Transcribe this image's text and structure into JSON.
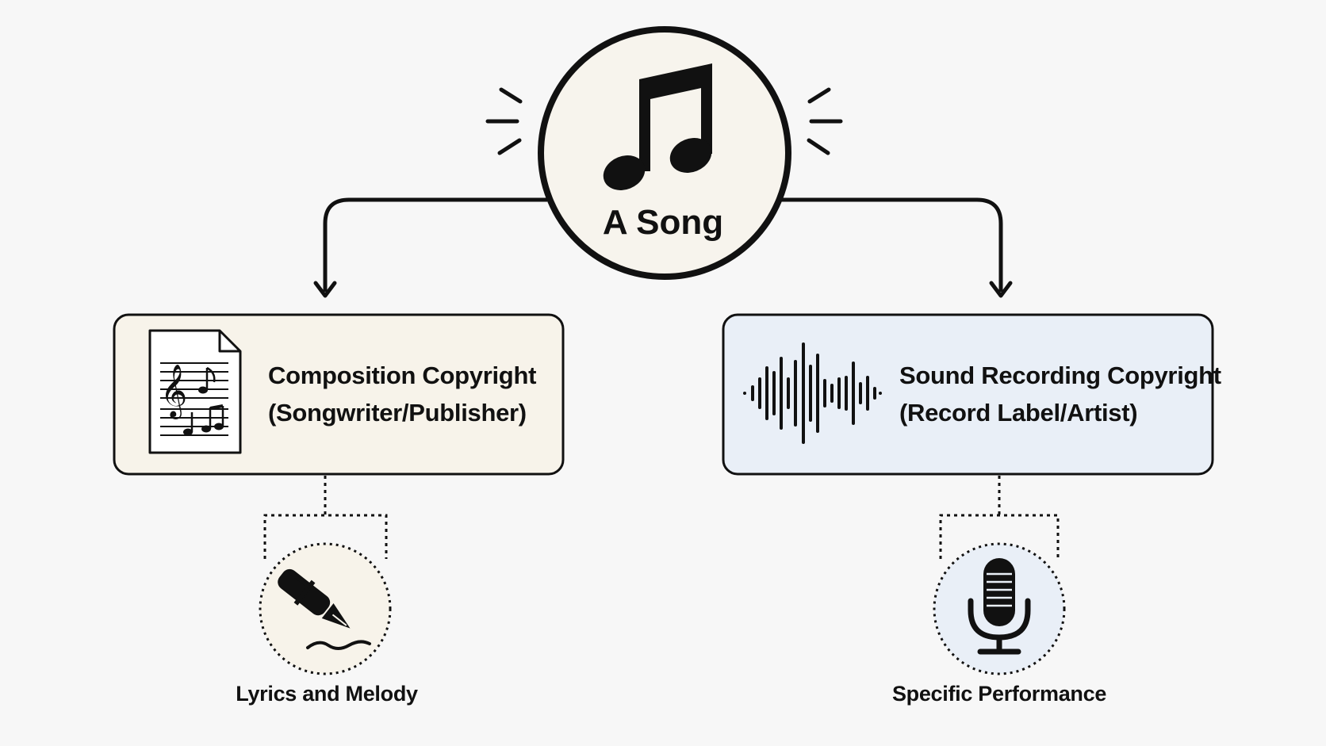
{
  "root": {
    "label": "A Song",
    "icon": "music-note-icon"
  },
  "composition": {
    "title": "Composition Copyright",
    "subtitle": "(Songwriter/Publisher)",
    "icon": "sheet-music-icon",
    "fill": "#f7f3ea",
    "leaf": {
      "label": "Lyrics and Melody",
      "icon": "fountain-pen-icon"
    }
  },
  "sound_recording": {
    "title": "Sound Recording Copyright",
    "subtitle": "(Record Label/Artist)",
    "icon": "sound-wave-icon",
    "fill": "#e9eff7",
    "leaf": {
      "label": "Specific Performance",
      "icon": "microphone-icon"
    }
  }
}
